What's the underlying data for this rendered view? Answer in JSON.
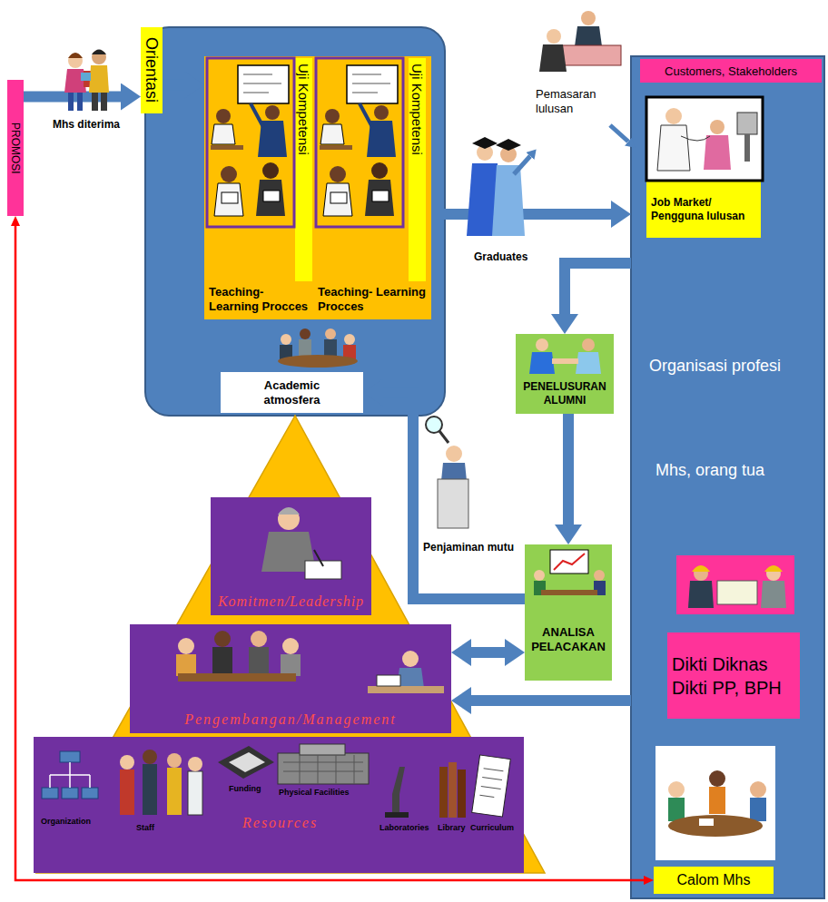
{
  "diagram": {
    "nodes": [
      {
        "text": [
          "PROMOSI"
        ]
      },
      {
        "text": [
          "Orientasi"
        ]
      },
      {
        "text": [
          "Teaching- Learning Procces"
        ]
      },
      {
        "text": [
          "Uji Kompetensi"
        ],
        "in": 2
      },
      {
        "text": [
          "Teaching- Learning Procces"
        ]
      },
      {
        "text": [
          "Uji Kompetensi"
        ],
        "in": 4
      },
      {
        "text": [
          "Academic atmosfera"
        ]
      },
      {
        "text": [
          "Organisasi profesi",
          "Mhs, orang tua"
        ]
      },
      {
        "text": [
          "Customers, Stakeholders"
        ],
        "in": 7
      },
      {
        "text": [
          "Job Market/ Pengguna lulusan"
        ],
        "in": 7
      },
      {
        "text": [
          "PENELUSURAN ALUMNI"
        ]
      },
      {
        "text": [
          "Komitmen/Leadership"
        ]
      },
      {
        "text": [
          "Pengembangan/Management"
        ]
      },
      {
        "text": [
          "ANALISA PELACAKAN"
        ]
      },
      {
        "text": [
          "Dikti Diknas Dikti PP, BPH"
        ],
        "in": 7
      },
      {
        "text": [
          "Organization",
          "Staff",
          "Funding",
          "Physical Facilities",
          "Laboratories",
          "Library",
          "Curriculum",
          "Resources"
        ]
      },
      {
        "text": [
          "Calom Mhs"
        ],
        "in": 7
      }
    ],
    "edges": [
      {
        "from": 0,
        "to": 1,
        "arrow": "to"
      },
      {
        "from": 1,
        "to": 2,
        "arrow": "to"
      },
      {
        "from": 4,
        "to": 7,
        "arrow": "to"
      },
      {
        "from": 7,
        "to": 10,
        "arrow": "to"
      },
      {
        "from": 10,
        "to": 13,
        "arrow": "to"
      },
      {
        "from": 13,
        "to": 6,
        "arrow": "to"
      },
      {
        "from": 13,
        "to": 12,
        "arrow": "both"
      },
      {
        "from": 7,
        "to": 12,
        "arrow": "to"
      },
      {
        "from": 16,
        "to": 0,
        "arrow": "both"
      }
    ],
    "labels": [
      "Mhs diterima",
      "Graduates",
      "Pemasaran lulusan",
      "Penjaminan mutu"
    ]
  }
}
